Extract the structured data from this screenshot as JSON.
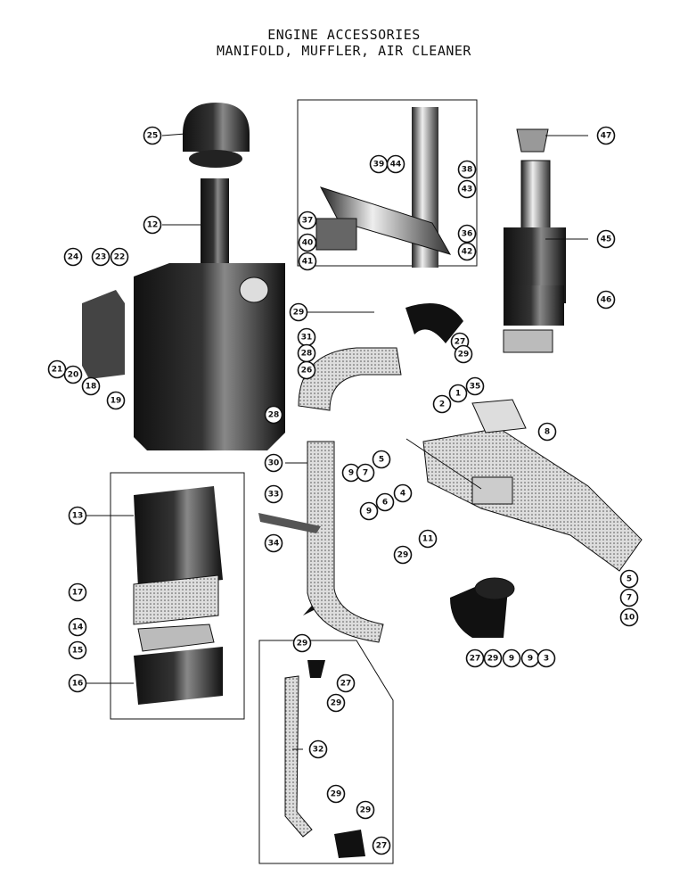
{
  "header": {
    "title_line1": "ENGINE ACCESSORIES",
    "title_line2": "MANIFOLD, MUFFLER, AIR CLEANER"
  },
  "callouts": [
    {
      "id": "c25",
      "label": "25"
    },
    {
      "id": "c12",
      "label": "12"
    },
    {
      "id": "c24",
      "label": "24"
    },
    {
      "id": "c23",
      "label": "23"
    },
    {
      "id": "c22",
      "label": "22"
    },
    {
      "id": "c21",
      "label": "21"
    },
    {
      "id": "c20",
      "label": "20"
    },
    {
      "id": "c18",
      "label": "18"
    },
    {
      "id": "c19",
      "label": "19"
    },
    {
      "id": "c39",
      "label": "39"
    },
    {
      "id": "c44",
      "label": "44"
    },
    {
      "id": "c38",
      "label": "38"
    },
    {
      "id": "c43",
      "label": "43"
    },
    {
      "id": "c37",
      "label": "37"
    },
    {
      "id": "c36",
      "label": "36"
    },
    {
      "id": "c40",
      "label": "40"
    },
    {
      "id": "c42",
      "label": "42"
    },
    {
      "id": "c41",
      "label": "41"
    },
    {
      "id": "c47",
      "label": "47"
    },
    {
      "id": "c45",
      "label": "45"
    },
    {
      "id": "c46",
      "label": "46"
    },
    {
      "id": "c29a",
      "label": "29"
    },
    {
      "id": "c27a",
      "label": "27"
    },
    {
      "id": "c31",
      "label": "31"
    },
    {
      "id": "c28a",
      "label": "28"
    },
    {
      "id": "c29b",
      "label": "29"
    },
    {
      "id": "c26",
      "label": "26"
    },
    {
      "id": "c28b",
      "label": "28"
    },
    {
      "id": "c35",
      "label": "35"
    },
    {
      "id": "c1",
      "label": "1"
    },
    {
      "id": "c2",
      "label": "2"
    },
    {
      "id": "c8",
      "label": "8"
    },
    {
      "id": "c30",
      "label": "30"
    },
    {
      "id": "c5a",
      "label": "5"
    },
    {
      "id": "c9a",
      "label": "9"
    },
    {
      "id": "c7a",
      "label": "7"
    },
    {
      "id": "c4",
      "label": "4"
    },
    {
      "id": "c9b",
      "label": "9"
    },
    {
      "id": "c6",
      "label": "6"
    },
    {
      "id": "c33",
      "label": "33"
    },
    {
      "id": "c34",
      "label": "34"
    },
    {
      "id": "c11",
      "label": "11"
    },
    {
      "id": "c13",
      "label": "13"
    },
    {
      "id": "c29c",
      "label": "29"
    },
    {
      "id": "c5b",
      "label": "5"
    },
    {
      "id": "c7b",
      "label": "7"
    },
    {
      "id": "c10",
      "label": "10"
    },
    {
      "id": "c17",
      "label": "17"
    },
    {
      "id": "c14",
      "label": "14"
    },
    {
      "id": "c15",
      "label": "15"
    },
    {
      "id": "c27b",
      "label": "27"
    },
    {
      "id": "c29d",
      "label": "29"
    },
    {
      "id": "c9c",
      "label": "9"
    },
    {
      "id": "c9d",
      "label": "9"
    },
    {
      "id": "c3",
      "label": "3"
    },
    {
      "id": "c16",
      "label": "16"
    },
    {
      "id": "c29e",
      "label": "29"
    },
    {
      "id": "c27c",
      "label": "27"
    },
    {
      "id": "c29f",
      "label": "29"
    },
    {
      "id": "c32",
      "label": "32"
    },
    {
      "id": "c29g",
      "label": "29"
    },
    {
      "id": "c29h",
      "label": "29"
    },
    {
      "id": "c27d",
      "label": "27"
    }
  ]
}
